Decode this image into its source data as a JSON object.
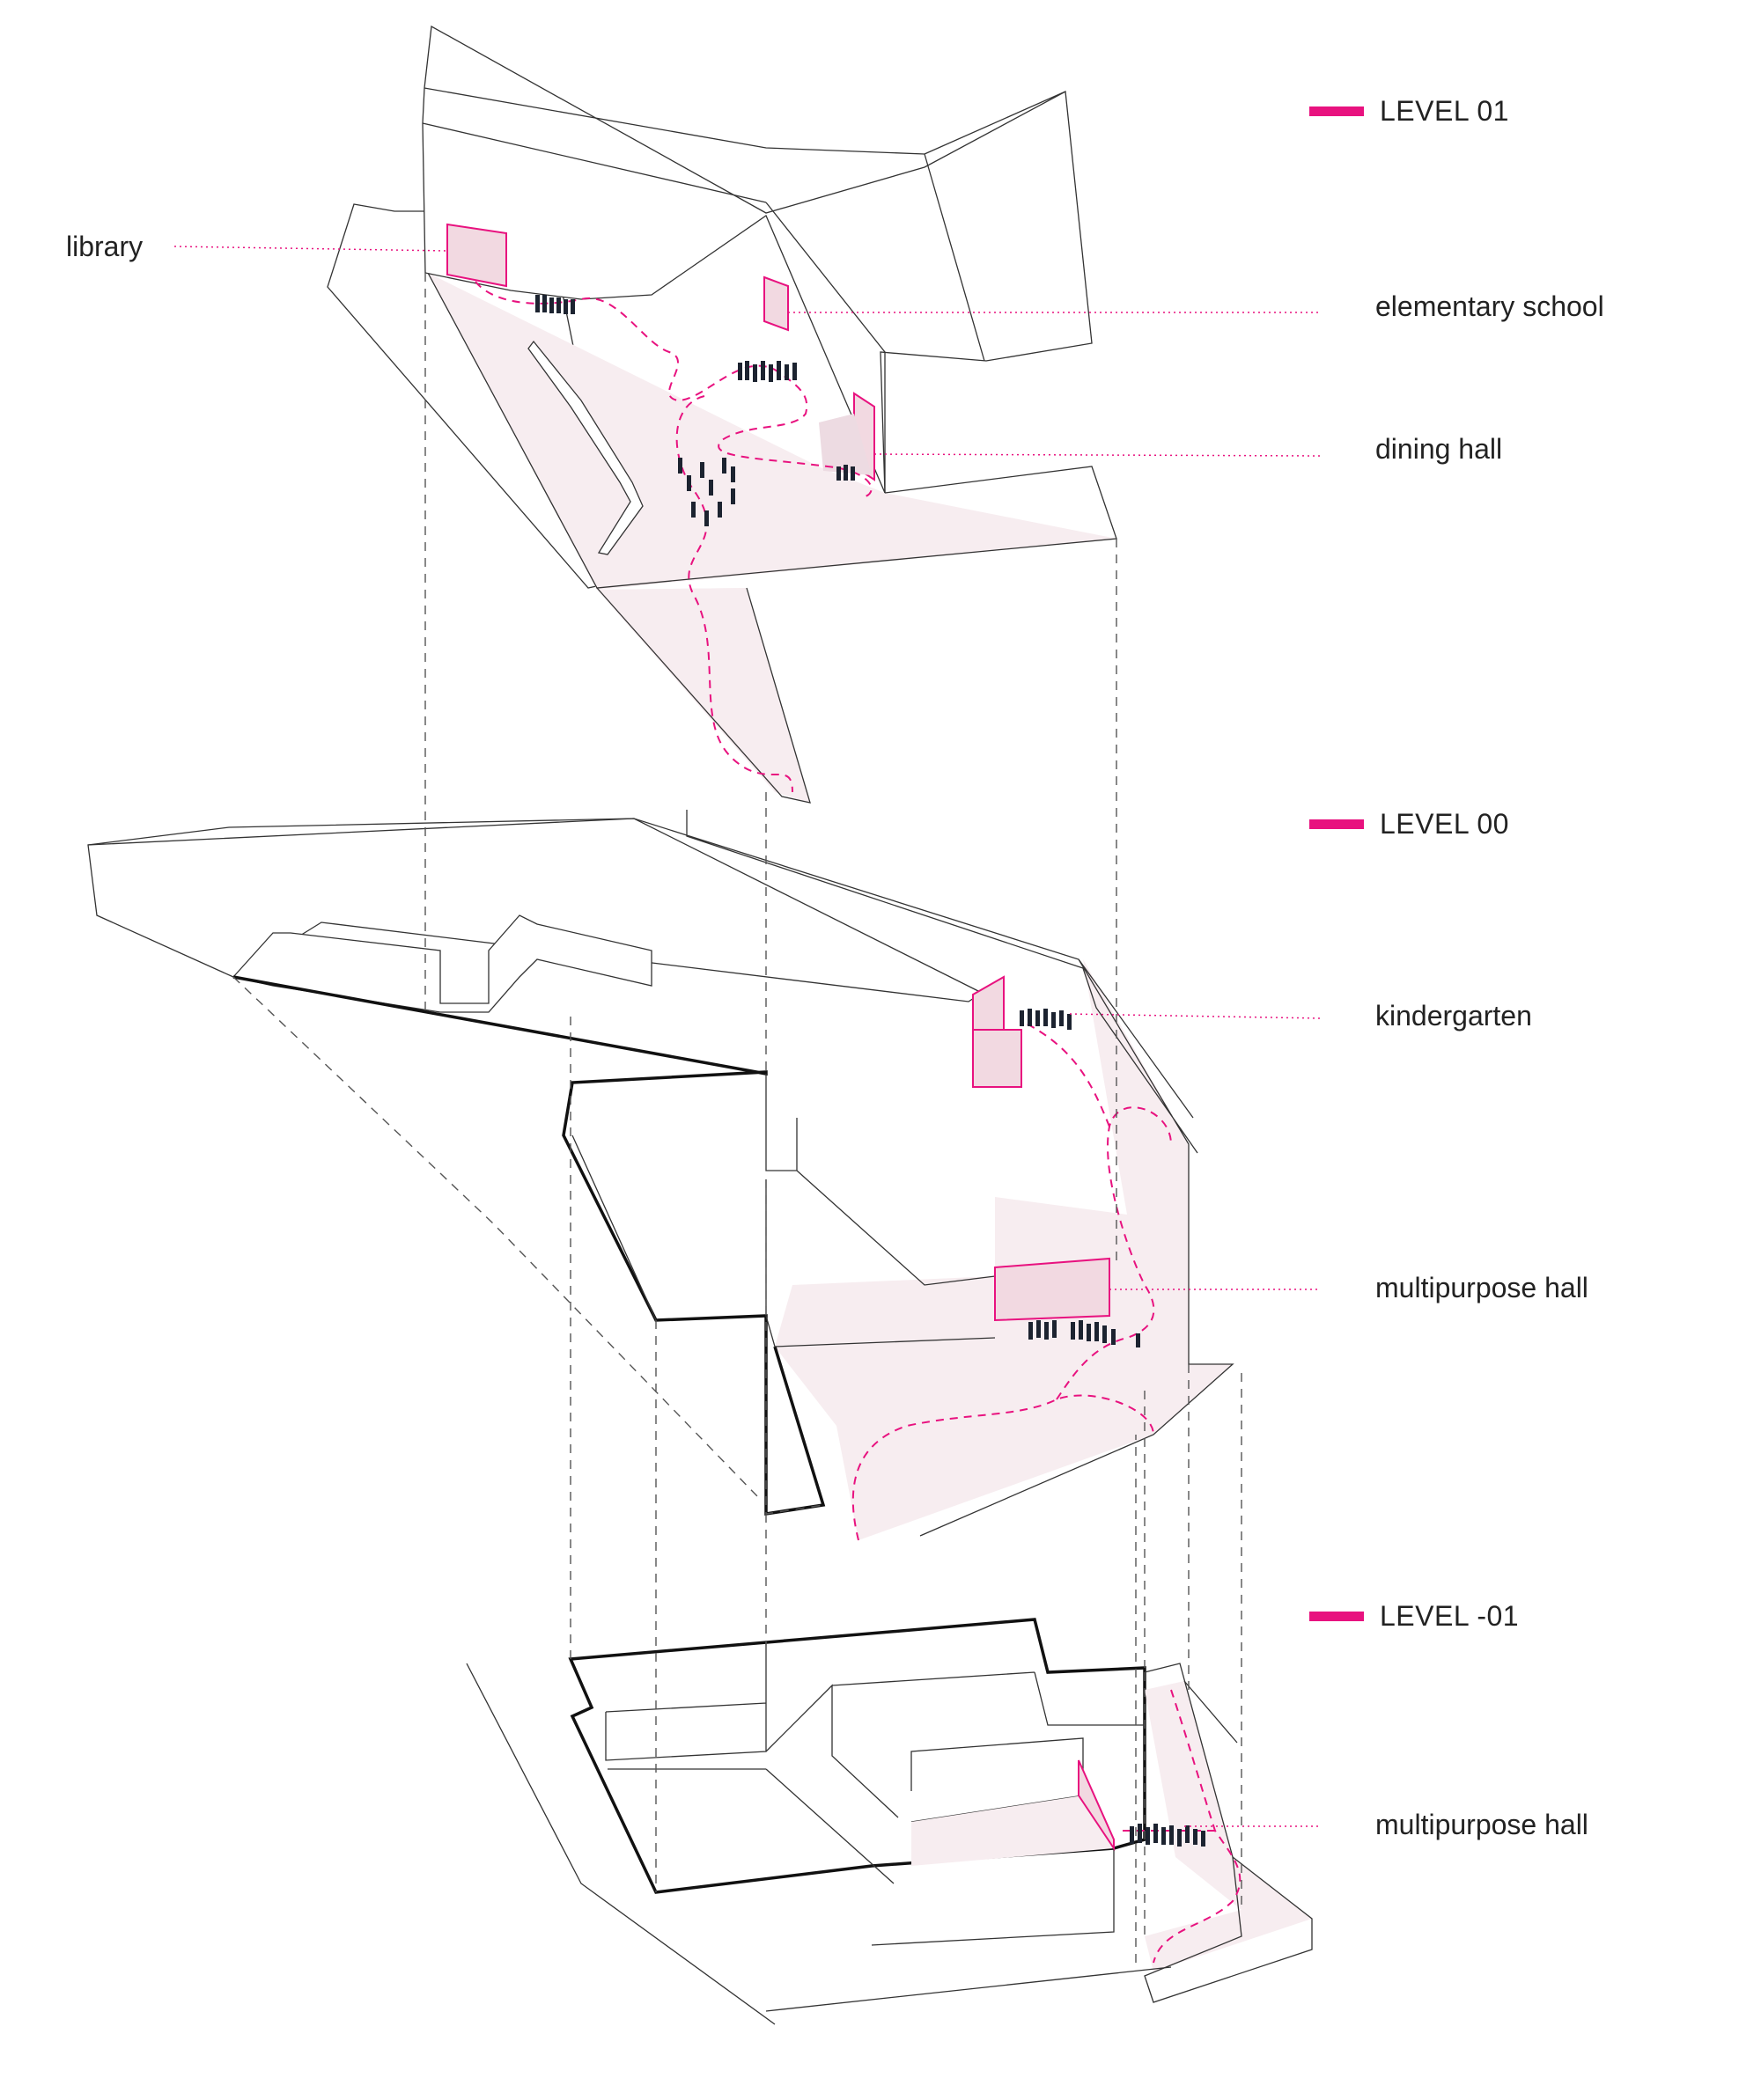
{
  "levels": [
    {
      "id": "level-01",
      "label": "LEVEL 01"
    },
    {
      "id": "level-00",
      "label": "LEVEL 00"
    },
    {
      "id": "level-m01",
      "label": "LEVEL -01"
    }
  ],
  "callouts": {
    "library": "library",
    "elementary_school": "elementary school",
    "dining_hall": "dining hall",
    "kindergarten": "kindergarten",
    "multipurpose_hall_00": "multipurpose hall",
    "multipurpose_hall_m01": "multipurpose hall"
  },
  "colors": {
    "accent": "#e8127f",
    "circulation_fill": "#f7edf0",
    "room_fill": "#f2d9e1",
    "line": "#333333"
  }
}
